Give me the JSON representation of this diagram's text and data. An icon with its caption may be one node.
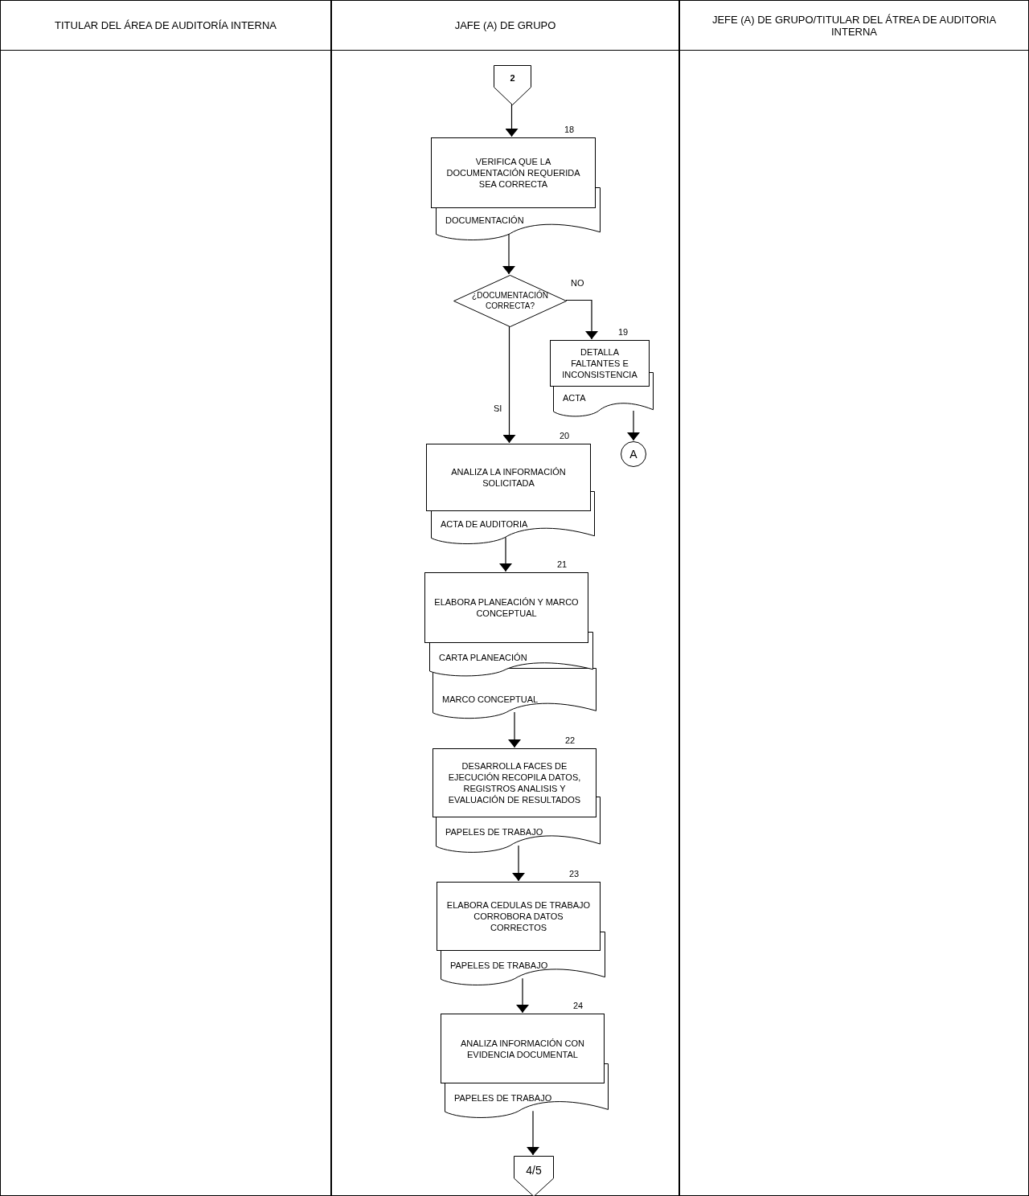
{
  "diagram": {
    "nodes": [
      {
        "text": [
          "TITULAR DEL ÁREA DE AUDITORÍA INTERNA"
        ]
      },
      {
        "text": [
          "JAFE (A) DE GRUPO"
        ]
      },
      {
        "text": [
          "JEFE (A) DE GRUPO/TITULAR DEL ÁTREA DE AUDITORIA INTERNA"
        ]
      },
      {
        "text": [
          "2"
        ],
        "in": 1
      },
      {
        "text": [
          "VERIFICA QUE LA DOCUMENTACIÓN REQUERIDA SEA CORRECTA"
        ],
        "beside": [
          "18"
        ],
        "in": 1
      },
      {
        "text": [
          "DOCUMENTACIÓN"
        ],
        "in": 1
      },
      {
        "text": [
          "¿DOCUMENTACIÓN CORRECTA?"
        ],
        "in": 1
      },
      {
        "text": [
          "DETALLA FALTANTES E INCONSISTENCIA"
        ],
        "beside": [
          "19"
        ],
        "in": 1
      },
      {
        "text": [
          "ACTA"
        ],
        "in": 1
      },
      {
        "text": [
          "A"
        ],
        "in": 1
      },
      {
        "text": [
          "ANALIZA LA INFORMACIÓN SOLICITADA"
        ],
        "beside": [
          "20"
        ],
        "in": 1
      },
      {
        "text": [
          "ACTA DE AUDITORIA"
        ],
        "in": 1
      },
      {
        "text": [
          "ELABORA PLANEACIÓN Y MARCO CONCEPTUAL"
        ],
        "beside": [
          "21"
        ],
        "in": 1
      },
      {
        "text": [
          "CARTA PLANEACIÓN"
        ],
        "in": 1
      },
      {
        "text": [
          "MARCO CONCEPTUAL"
        ],
        "in": 1
      },
      {
        "text": [
          "DESARROLLA FACES DE EJECUCIÓN RECOPILA DATOS, REGISTROS ANALISIS Y EVALUACIÓN DE RESULTADOS"
        ],
        "beside": [
          "22"
        ],
        "in": 1
      },
      {
        "text": [
          "PAPELES DE TRABAJO"
        ],
        "in": 1
      },
      {
        "text": [
          "ELABORA CEDULAS DE TRABAJO CORROBORA DATOS CORRECTOS"
        ],
        "beside": [
          "23"
        ],
        "in": 1
      },
      {
        "text": [
          "PAPELES DE TRABAJO"
        ],
        "in": 1
      },
      {
        "text": [
          "ANALIZA INFORMACIÓN CON EVIDENCIA DOCUMENTAL"
        ],
        "beside": [
          "24"
        ],
        "in": 1
      },
      {
        "text": [
          "PAPELES DE TRABAJO"
        ],
        "in": 1
      },
      {
        "text": [
          "4/5"
        ],
        "in": 1
      }
    ],
    "edges": [
      {
        "from": 3,
        "to": 4,
        "arrow": "to"
      },
      {
        "from": 5,
        "to": 6,
        "arrow": "to"
      },
      {
        "from": 6,
        "to": 7,
        "arrow": "to",
        "label": "NO"
      },
      {
        "from": 8,
        "to": 9,
        "arrow": "to"
      },
      {
        "from": 6,
        "to": 10,
        "arrow": "to",
        "label": "SI"
      },
      {
        "from": 11,
        "to": 12,
        "arrow": "to"
      },
      {
        "from": 14,
        "to": 15,
        "arrow": "to"
      },
      {
        "from": 16,
        "to": 17,
        "arrow": "to"
      },
      {
        "from": 18,
        "to": 19,
        "arrow": "to"
      },
      {
        "from": 20,
        "to": 21,
        "arrow": "to"
      }
    ]
  }
}
